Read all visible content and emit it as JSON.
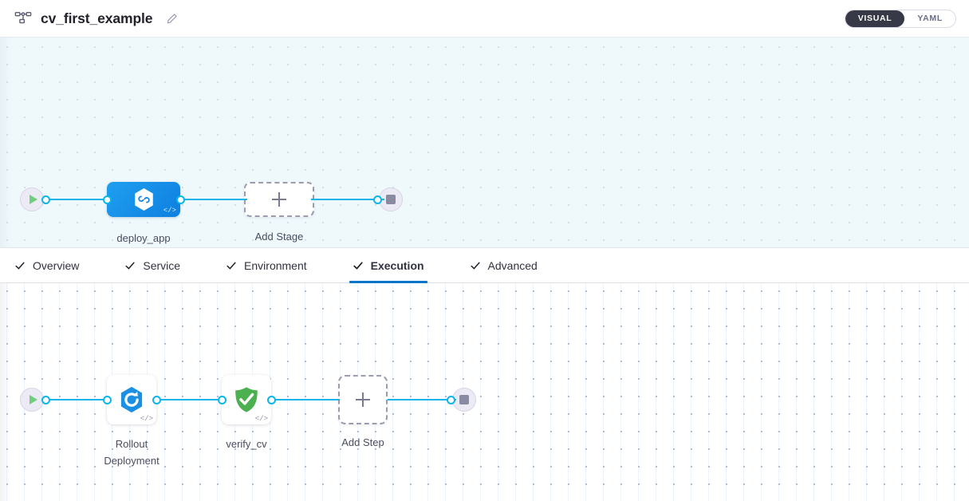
{
  "header": {
    "icon": "pipeline-graph-icon",
    "title": "cv_first_example",
    "edit_icon": "edit-pencil-icon",
    "view_toggle": {
      "options": [
        "VISUAL",
        "YAML"
      ],
      "selected": "VISUAL",
      "visual_label": "VISUAL",
      "yaml_label": "YAML"
    }
  },
  "stage_canvas": {
    "start_node": {
      "name": "start-node",
      "icon": "play-icon"
    },
    "stage": {
      "label": "deploy_app",
      "icon": "harness-hexagon-icon",
      "code_badge": "</>",
      "selected": true
    },
    "add_stage": {
      "label": "Add Stage",
      "icon": "plus-icon"
    },
    "end_node": {
      "name": "end-node",
      "icon": "stop-icon"
    }
  },
  "tabs": [
    {
      "label": "Overview",
      "icon": "check-icon",
      "active": false
    },
    {
      "label": "Service",
      "icon": "check-icon",
      "active": false
    },
    {
      "label": "Environment",
      "icon": "check-icon",
      "active": false
    },
    {
      "label": "Execution",
      "icon": "check-icon",
      "active": true
    },
    {
      "label": "Advanced",
      "icon": "check-icon",
      "active": false
    }
  ],
  "execution_canvas": {
    "start_node": {
      "name": "start-node",
      "icon": "play-icon"
    },
    "steps": [
      {
        "label": "Rollout\nDeployment",
        "icon": "rollout-deployment-icon",
        "code_badge": "</>"
      },
      {
        "label": "verify_cv",
        "icon": "verify-shield-icon",
        "code_badge": "</>"
      }
    ],
    "add_step": {
      "label": "Add Step",
      "icon": "plus-icon"
    },
    "end_node": {
      "name": "end-node",
      "icon": "stop-icon"
    }
  },
  "colors": {
    "accent_edge": "#14b4e8",
    "stage_blue": "#1184e2",
    "tab_active_underline": "#0b76c9",
    "toggle_active_bg": "#383946",
    "verify_green": "#4caf50",
    "start_green": "#6fcf7f"
  }
}
